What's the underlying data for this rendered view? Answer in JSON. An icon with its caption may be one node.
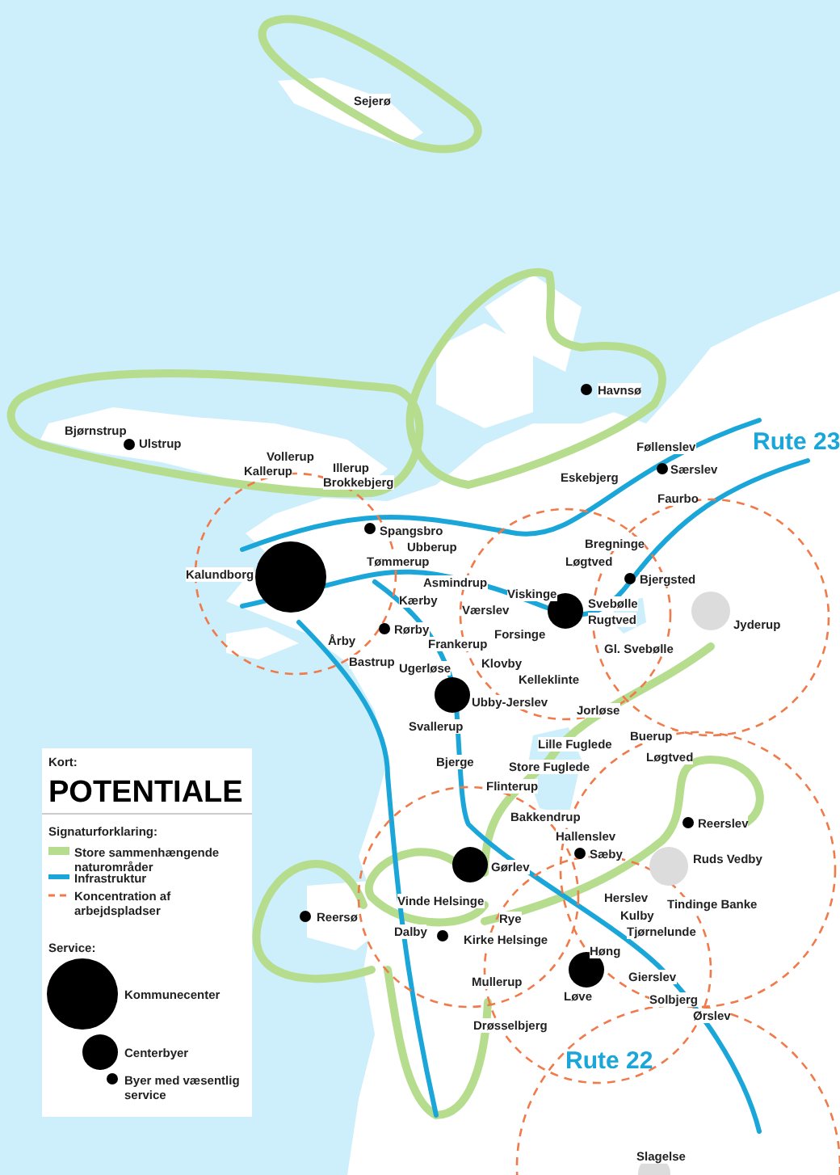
{
  "diagram": {
    "title": "POTENTIALE",
    "labels": [
      "Sejerø",
      "Havnsø",
      "Bjørnstrup",
      "Ulstrup",
      "Vollerup",
      "Rute 23",
      "Kallerup",
      "Illerup",
      "Føllenslev",
      "Brokkebjerg",
      "Særslev",
      "Eskebjerg",
      "Faurbo",
      "Spangsbro",
      "Ubberup",
      "Bregninge",
      "Tømmerup",
      "Løgtved",
      "Kalundborg",
      "Asmindrup",
      "Bjergsted",
      "Kærby",
      "Viskinge",
      "Svebølle",
      "Værslev",
      "Rugtved",
      "Jyderup",
      "Rørby",
      "Årby",
      "Frankerup",
      "Forsinge",
      "Bastrup",
      "Ugerløse",
      "Klovby",
      "Gl. Svebølle",
      "Kelleklinte",
      "Ubby-Jerslev",
      "Jorløse",
      "Kort:",
      "Svallerup",
      "Lille Fuglede",
      "Buerup",
      "Bjerge",
      "Store Fuglede",
      "Løgtved",
      "Flinterup",
      "Bakkendrup",
      "Reerslev",
      "Signaturforklaring:",
      "Hallenslev",
      "Sæby",
      "Ruds Vedby",
      "Gørlev",
      "Vinde Helsinge",
      "Herslev",
      "Tindinge Banke",
      "Reersø",
      "Rye",
      "Kulby",
      "Dalby",
      "Kirke Helsinge",
      "Tjørnelunde",
      "Service:",
      "Høng",
      "Gierslev",
      "Løve",
      "Mullerup",
      "Solbjerg",
      "Ørslev",
      "Drøsselbjerg",
      "Rute 22",
      "Slagelse"
    ],
    "legend": [
      {
        "text": "Store sammenhængende naturområder",
        "color": "#b6dd8e"
      },
      {
        "text": "Infrastruktur",
        "color": "#1ba6d9"
      },
      {
        "text": "Koncentration af arbejdspladser"
      },
      {
        "text": "Kommunecenter"
      },
      {
        "text": "Centerbyer"
      },
      {
        "text": "Byer med væsentlig service"
      }
    ]
  }
}
